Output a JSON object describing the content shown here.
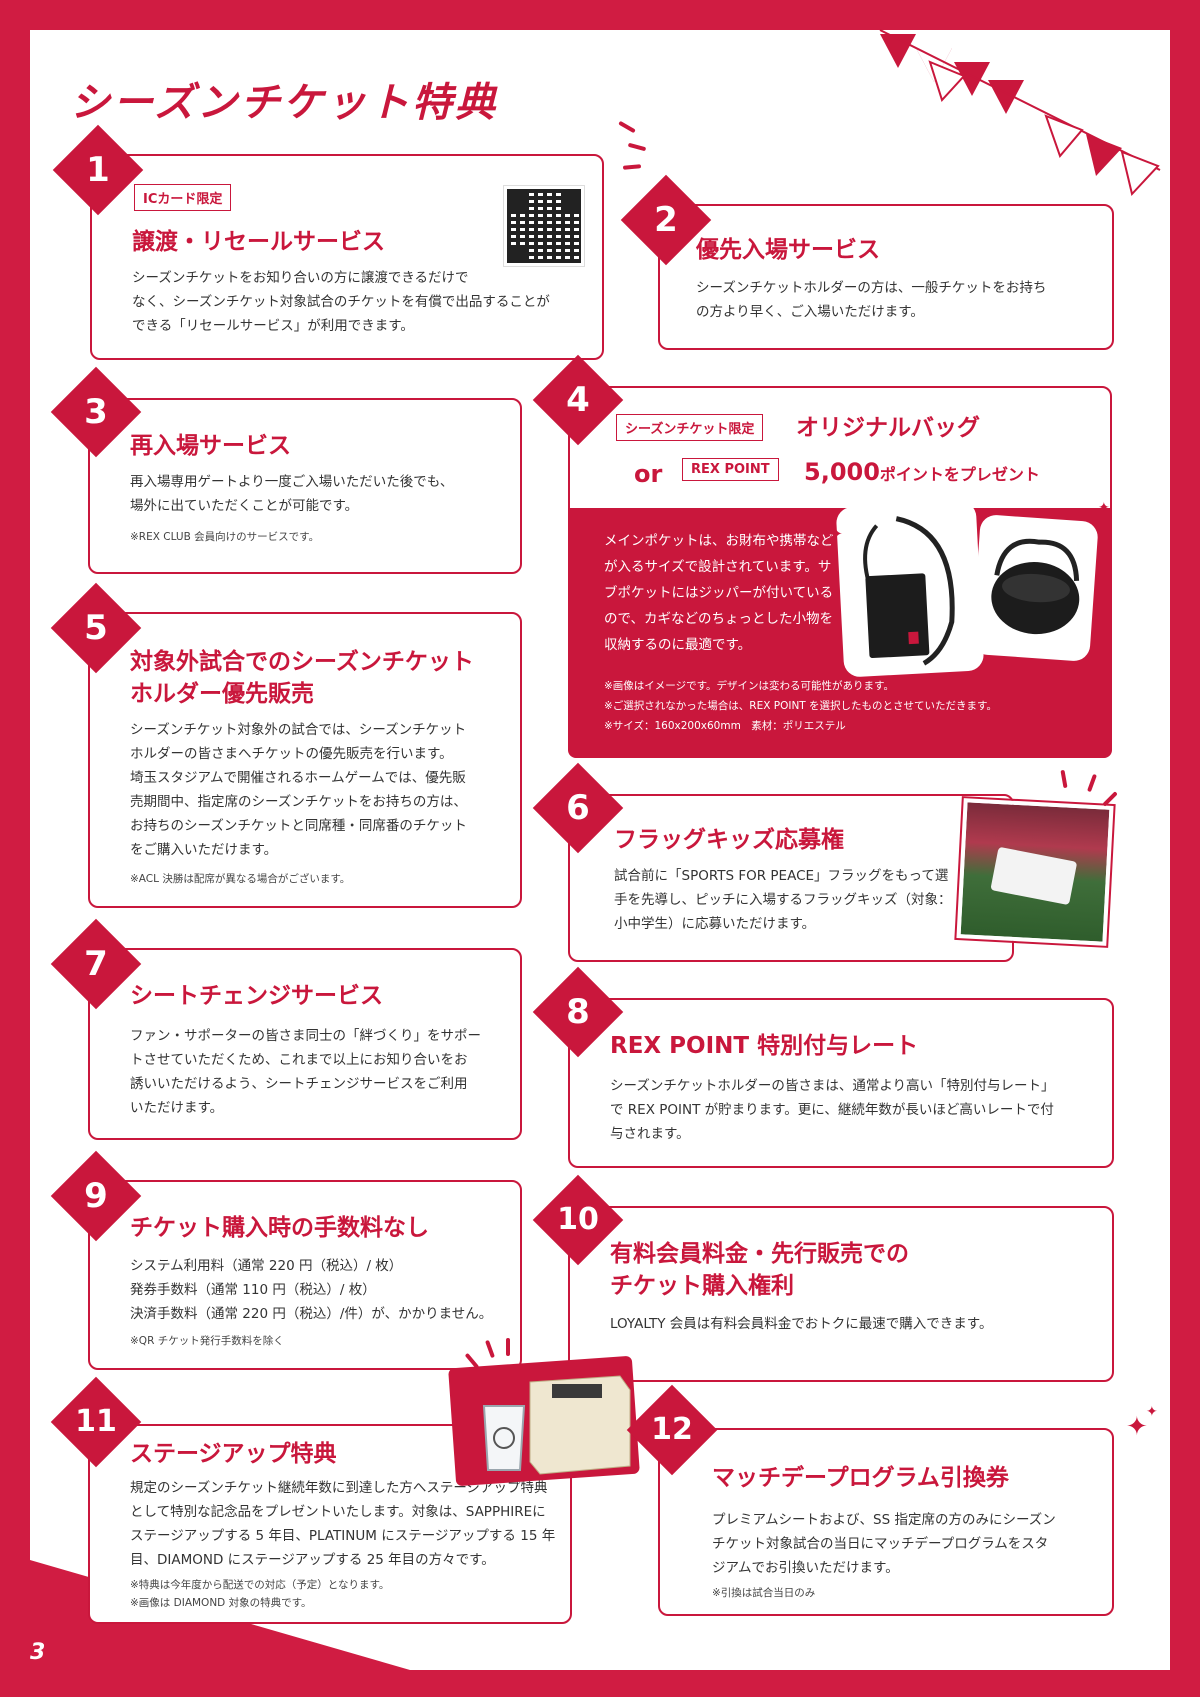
{
  "page_title": "シーズンチケット特典",
  "page_number": "3",
  "items": [
    {
      "num": "1",
      "tag": "ICカード限定",
      "title": "譲渡・リセールサービス",
      "body": [
        "シーズンチケットをお知り合いの方に譲渡できるだけで",
        "なく、シーズンチケット対象試合のチケットを有償で出品することが",
        "できる「リセールサービス」が利用できます。"
      ]
    },
    {
      "num": "2",
      "title": "優先入場サービス",
      "body": [
        "シーズンチケットホルダーの方は、一般チケットをお持ち",
        "の方より早く、ご入場いただけます。"
      ]
    },
    {
      "num": "3",
      "title": "再入場サービス",
      "body": [
        "再入場専用ゲートより一度ご入場いただいた後でも、",
        "場外に出ていただくことが可能です。"
      ],
      "note": "※REX CLUB 会員向けのサービスです。"
    },
    {
      "num": "4",
      "tag": "シーズンチケット限定",
      "title": "オリジナルバッグ",
      "or": "or",
      "tag2": "REX POINT",
      "points": "5,000",
      "points_suffix": "ポイントをプレゼント",
      "body": [
        "メインポケットは、お財布や携帯など",
        "が入るサイズで設計されています。サ",
        "ブポケットにはジッパーが付いている",
        "ので、カギなどのちょっとした小物を",
        "収納するのに最適です。"
      ],
      "notes": [
        "※画像はイメージです。デザインは変わる可能性があります。",
        "※ご選択されなかった場合は、REX POINT を選択したものとさせていただきます。",
        "※サイズ：160x200x60mm　素材：ポリエステル"
      ]
    },
    {
      "num": "5",
      "title": [
        "対象外試合でのシーズンチケット",
        "ホルダー優先販売"
      ],
      "body": [
        "シーズンチケット対象外の試合では、シーズンチケット",
        "ホルダーの皆さまへチケットの優先販売を行います。",
        "埼玉スタジアムで開催されるホームゲームでは、優先販",
        "売期間中、指定席のシーズンチケットをお持ちの方は、",
        "お持ちのシーズンチケットと同席種・同席番のチケット",
        "をご購入いただけます。"
      ],
      "note": "※ACL 決勝は配席が異なる場合がございます。"
    },
    {
      "num": "6",
      "title": "フラッグキッズ応募権",
      "body": [
        "試合前に「SPORTS FOR PEACE」フラッグをもって選",
        "手を先導し、ピッチに入場するフラッグキッズ（対象：",
        "小中学生）に応募いただけます。"
      ]
    },
    {
      "num": "7",
      "title": "シートチェンジサービス",
      "body": [
        "ファン・サポーターの皆さま同士の「絆づくり」をサポー",
        "トさせていただくため、これまで以上にお知り合いをお",
        "誘いいただけるよう、シートチェンジサービスをご利用",
        "いただけます。"
      ]
    },
    {
      "num": "8",
      "title": "REX POINT 特別付与レート",
      "body": [
        "シーズンチケットホルダーの皆さまは、通常より高い「特別付与レート」",
        "で REX POINT が貯まります。更に、継続年数が長いほど高いレートで付",
        "与されます。"
      ]
    },
    {
      "num": "9",
      "title": "チケット購入時の手数料なし",
      "body": [
        "システム利用料（通常 220 円（税込）/ 枚）",
        "発券手数料（通常 110 円（税込）/ 枚）",
        "決済手数料（通常 220 円（税込）/件）が、かかりません。"
      ],
      "note": "※QR チケット発行手数料を除く"
    },
    {
      "num": "10",
      "title": [
        "有料会員料金・先行販売での",
        "チケット購入権利"
      ],
      "body": [
        "LOYALTY 会員は有料会員料金でおトクに最速で購入できます。"
      ]
    },
    {
      "num": "11",
      "title": "ステージアップ特典",
      "body": [
        "規定のシーズンチケット継続年数に到達した方へステージアップ特典",
        "として特別な記念品をプレゼントいたします。対象は、SAPPHIREに",
        "ステージアップする 5 年目、PLATINUM にステージアップする 15 年",
        "目、DIAMOND にステージアップする 25 年目の方々です。"
      ],
      "notes": [
        "※特典は今年度から配送での対応（予定）となります。",
        "※画像は DIAMOND 対象の特典です。"
      ]
    },
    {
      "num": "12",
      "title": "マッチデープログラム引換券",
      "body": [
        "プレミアムシートおよび、SS 指定席の方のみにシーズン",
        "チケット対象試合の当日にマッチデープログラムをスタ",
        "ジアムでお引換いただけます。"
      ],
      "note": "※引換は試合当日のみ"
    }
  ],
  "colors": {
    "accent": "#c9173c",
    "background": "#d01c42"
  }
}
